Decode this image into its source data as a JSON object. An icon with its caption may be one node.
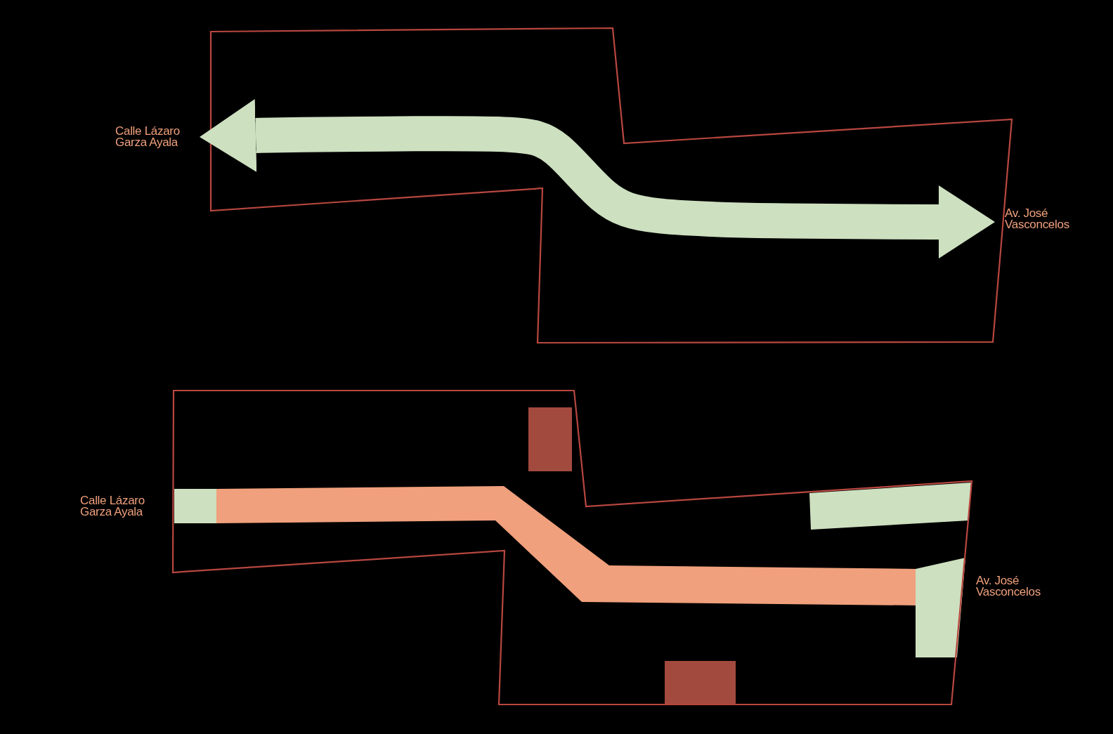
{
  "diagram": {
    "nodes": [
      {
        "text": [
          "Calle Lázaro Garza Ayala"
        ]
      },
      {
        "text": [
          "Av. José Vasconcelos"
        ]
      }
    ],
    "edges": [
      {
        "from": 0,
        "to": 1,
        "arrow": "both"
      }
    ],
    "labels": [
      "Calle Lázaro Garza Ayala",
      "Av. José Vasconcelos"
    ]
  }
}
